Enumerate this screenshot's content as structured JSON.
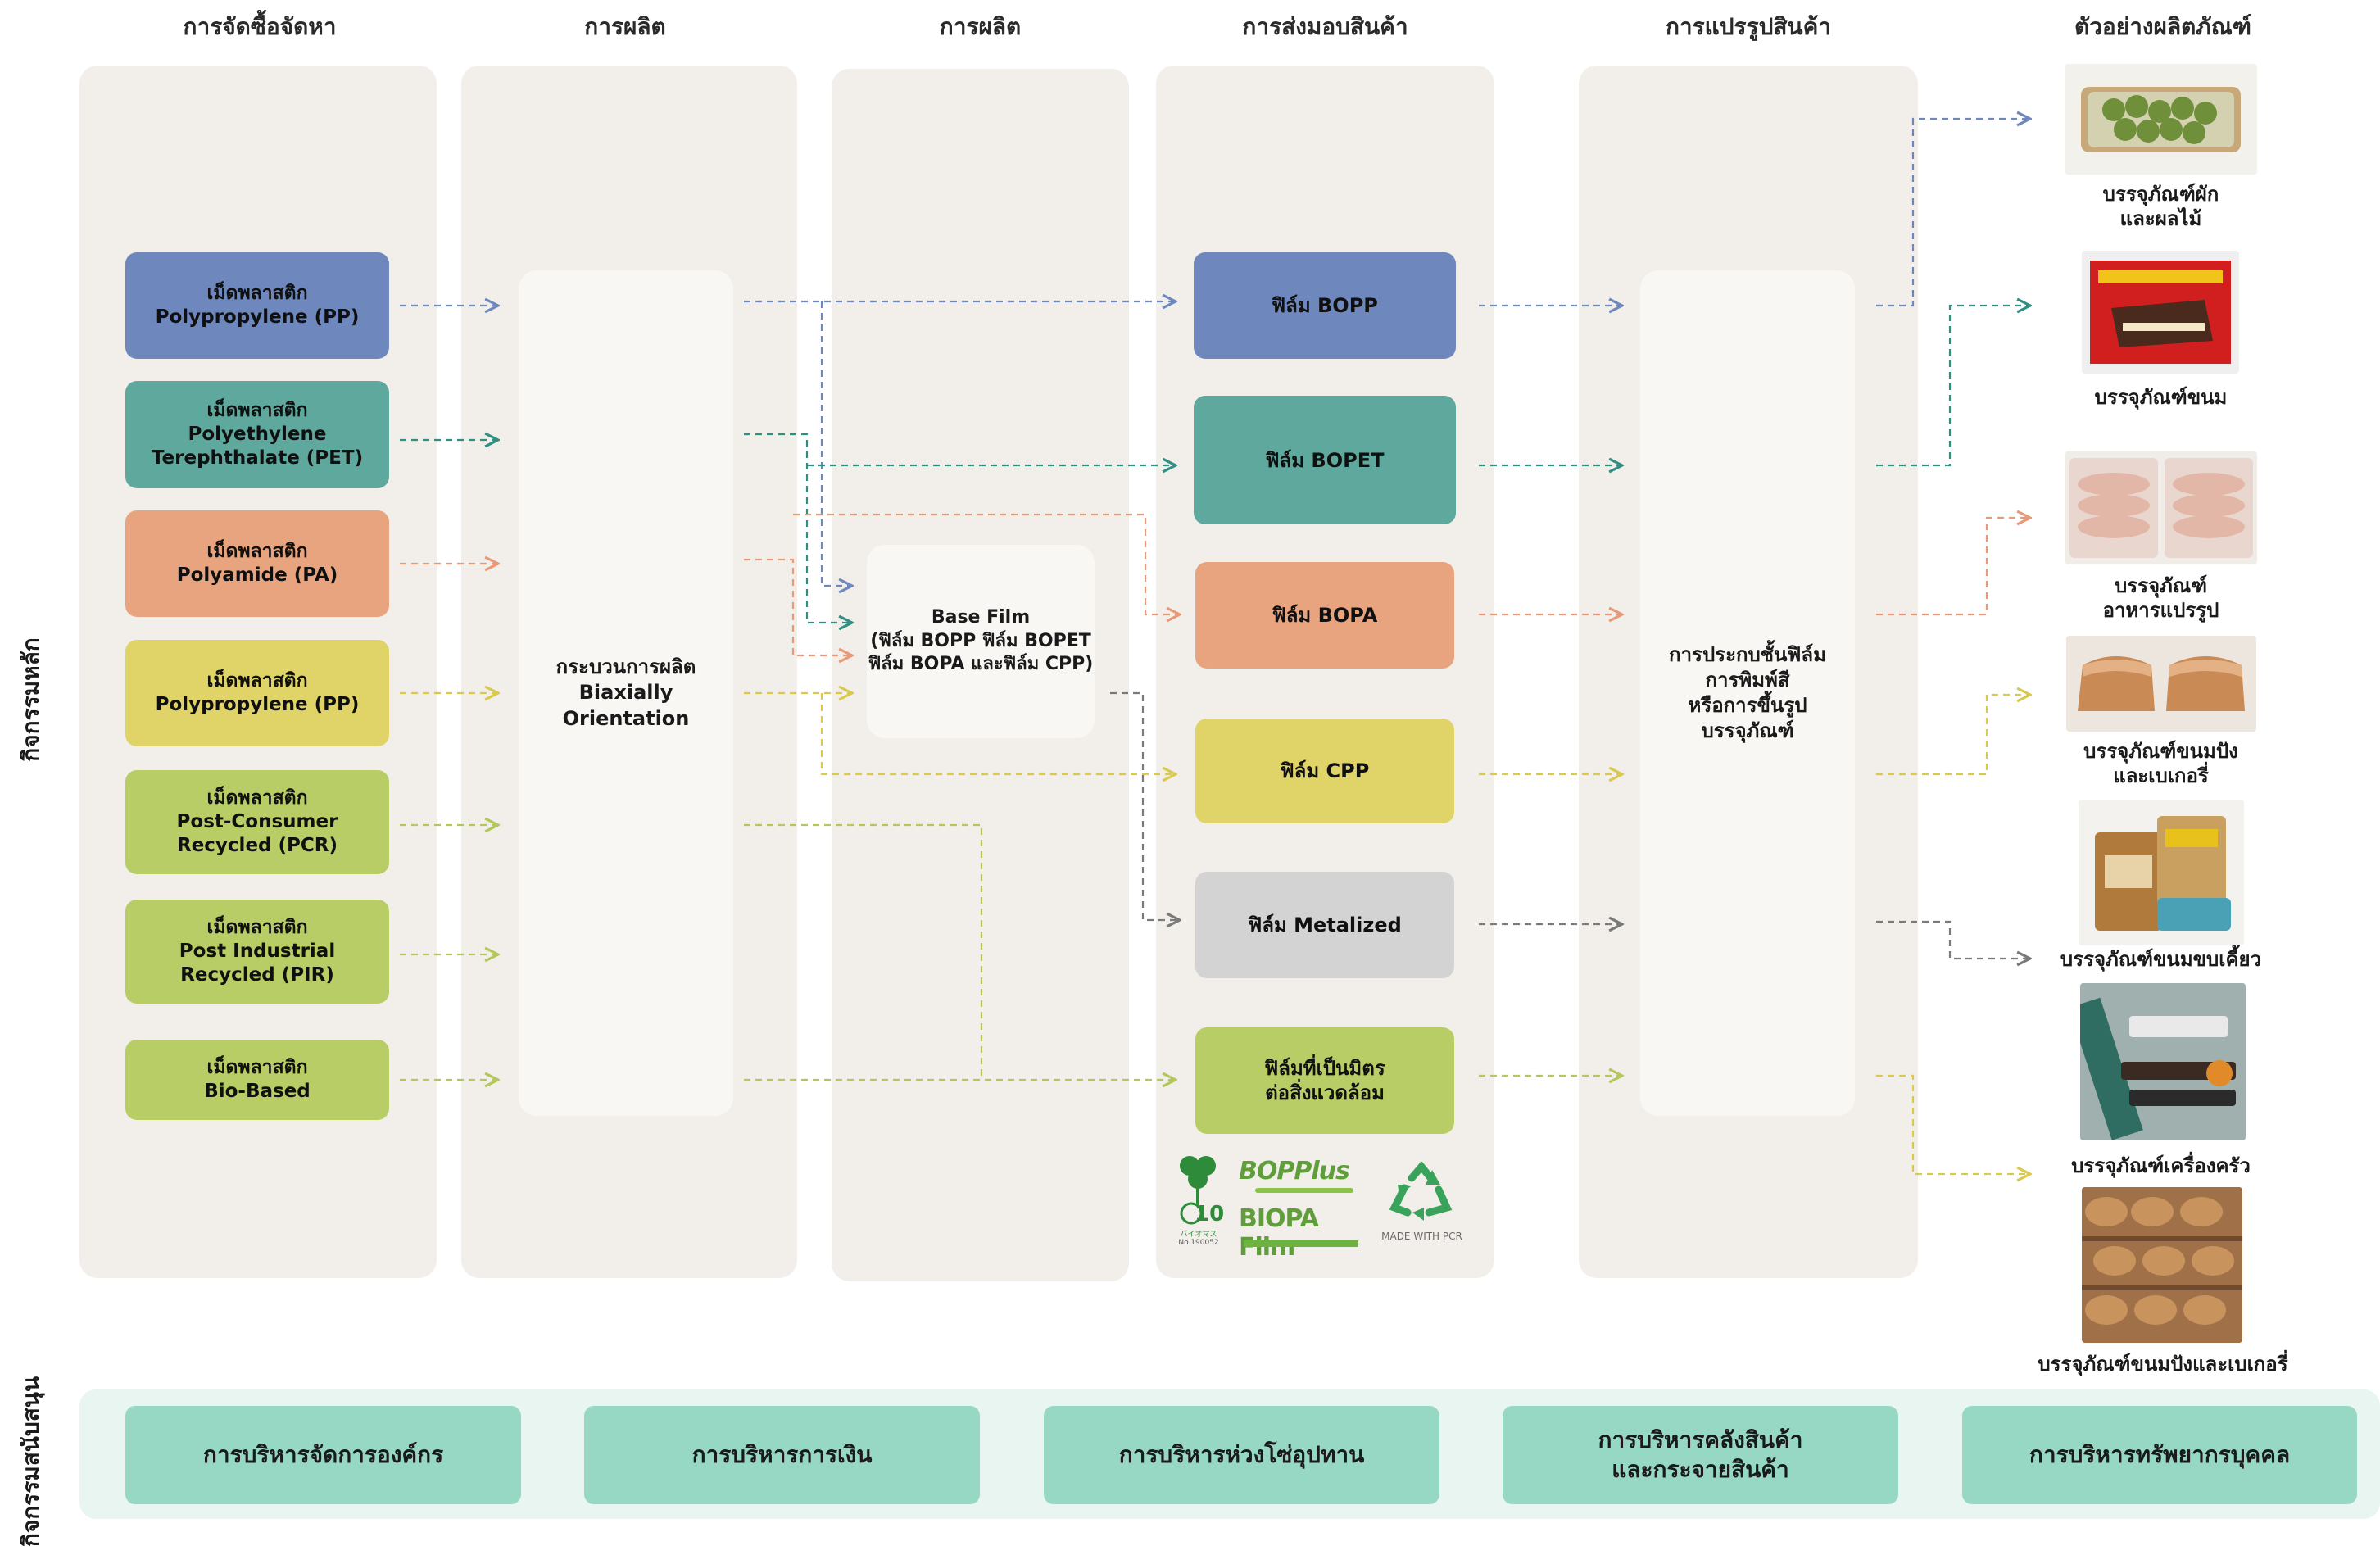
{
  "columns": {
    "procurement": "การจัดซื้อจัดหา",
    "production_a": "การผลิต",
    "production_b": "การผลิต",
    "delivery": "การส่งมอบสินค้า",
    "conversion": "การแปรรูปสินค้า",
    "examples": "ตัวอย่างผลิตภัณฑ์"
  },
  "side_labels": {
    "core": "กิจกรรมหลัก",
    "support": "กิจกรรมสนับสนุน"
  },
  "materials": [
    {
      "label": "เม็ดพลาสติก\nPolypropylene (PP)",
      "color": "#6e88be"
    },
    {
      "label": "เม็ดพลาสติก\nPolyethylene\nTerephthalate (PET)",
      "color": "#5ea89e"
    },
    {
      "label": "เม็ดพลาสติก\nPolyamide (PA)",
      "color": "#e8a47f"
    },
    {
      "label": "เม็ดพลาสติก\nPolypropylene (PP)",
      "color": "#e0d469"
    },
    {
      "label": "เม็ดพลาสติก\nPost-Consumer\nRecycled (PCR)",
      "color": "#b8cd66"
    },
    {
      "label": "เม็ดพลาสติก\nPost Industrial\nRecycled (PIR)",
      "color": "#b8cd66"
    },
    {
      "label": "เม็ดพลาสติก\nBio-Based",
      "color": "#b8cd66"
    }
  ],
  "process": {
    "biaxial": "กระบวนการผลิต\nBiaxially\nOrientation",
    "base_film": "Base Film\n(ฟิล์ม BOPP ฟิล์ม BOPET\nฟิล์ม BOPA และฟิล์ม CPP)",
    "converting": "การประกบชั้นฟิล์ม\nการพิมพ์สี\nหรือการขึ้นรูป\nบรรจุภัณฑ์"
  },
  "films": [
    {
      "label": "ฟิล์ม BOPP",
      "color": "#6e88be"
    },
    {
      "label": "ฟิล์ม BOPET",
      "color": "#5ea89e"
    },
    {
      "label": "ฟิล์ม BOPA",
      "color": "#e8a47f"
    },
    {
      "label": "ฟิล์ม CPP",
      "color": "#e0d469"
    },
    {
      "label": "ฟิล์ม Metalized",
      "color": "#d3d3d3"
    },
    {
      "label": "ฟิล์มที่เป็นมิตร\nต่อสิ่งแวดล้อม",
      "color": "#b8cd66"
    }
  ],
  "logos": {
    "biomass_line1": "バイオマス",
    "biomass_line2": "No.190052",
    "biomass_number": "10",
    "bopplus": "BOPPlus",
    "biopa": "BIOPA Film",
    "pcr": "MADE WITH PCR"
  },
  "products": [
    {
      "caption": "บรรจุภัณฑ์ผัก\nและผลไม้",
      "icon": "vegetable-tray-photo"
    },
    {
      "caption": "บรรจุภัณฑ์ขนม",
      "icon": "snack-pack-photo"
    },
    {
      "caption": "บรรจุภัณฑ์\nอาหารแปรรูป",
      "icon": "sliced-ham-photo"
    },
    {
      "caption": "บรรจุภัณฑ์ขนมปัง\nและเบเกอรี่",
      "icon": "bread-loaf-photo"
    },
    {
      "caption": "บรรจุภัณฑ์ขนมขบเคี้ยว",
      "icon": "snack-pouch-photo"
    },
    {
      "caption": "บรรจุภัณฑ์เครื่องครัว",
      "icon": "kitchenware-photo"
    },
    {
      "caption": "บรรจุภัณฑ์ขนมปังและเบเกอรี่",
      "icon": "bakery-shelf-photo"
    }
  ],
  "support": [
    "การบริหารจัดการองค์กร",
    "การบริหารการเงิน",
    "การบริหารห่วงโซ่อุปทาน",
    "การบริหารคลังสินค้า\nและกระจายสินค้า",
    "การบริหารทรัพยากรบุคคล"
  ],
  "colors": {
    "pp": "#6e88be",
    "pet": "#3d958a",
    "pa": "#e89a78",
    "pp2": "#d9c94f",
    "green": "#b3c75a",
    "metal": "#8a8a8a",
    "panel": "#f2efea"
  }
}
